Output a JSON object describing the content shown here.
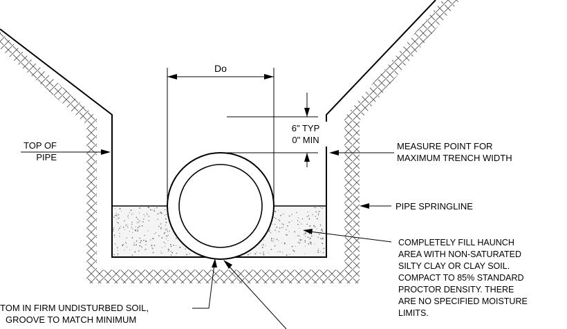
{
  "dimension_label": "Do",
  "clearance_label": {
    "line1": "6\" TYP",
    "line2": "0\" MIN"
  },
  "top_of_pipe": {
    "line1": "TOP OF",
    "line2": "PIPE"
  },
  "measure_point": {
    "line1": "MEASURE POINT FOR",
    "line2": "MAXIMUM TRENCH WIDTH"
  },
  "springline": "PIPE SPRINGLINE",
  "haunch_note": [
    "COMPLETELY FILL HAUNCH",
    "AREA WITH NON-SATURATED",
    "SILTY CLAY OR CLAY SOIL.",
    "COMPACT TO 85% STANDARD",
    "PROCTOR DENSITY.  THERE",
    "ARE NO SPECIFIED MOISTURE",
    "LIMITS."
  ],
  "bottom_note": {
    "line1": "TOM IN FIRM UNDISTURBED SOIL,",
    "line2": "GROOVE TO MATCH MINIMUM"
  },
  "colors": {
    "line": "#000000",
    "background": "#ffffff",
    "hatch": "#555555",
    "stipple": "#6a6a6a"
  }
}
